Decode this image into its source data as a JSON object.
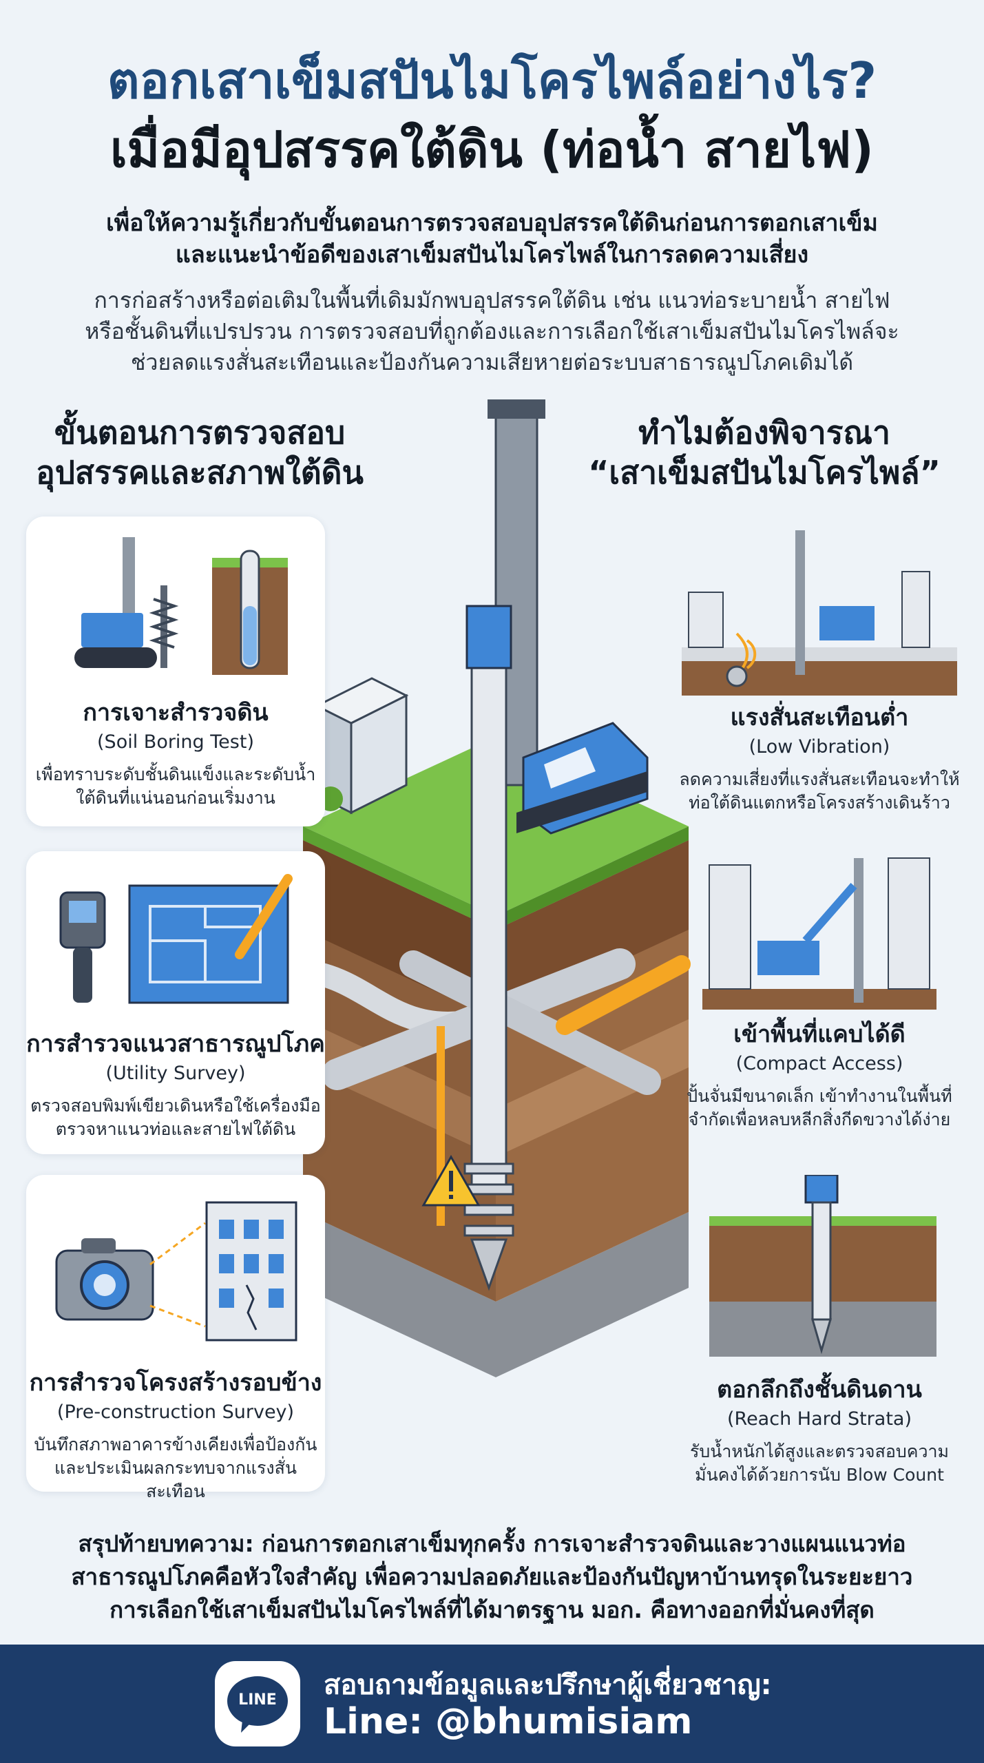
{
  "header": {
    "title_line1": "ตอกเสาเข็มสปันไมโครไพล์อย่างไร?",
    "title_line2": "เมื่อมีอุปสรรคใต้ดิน (ท่อน้ำ สายไฟ)",
    "subtitle_line1": "เพื่อให้ความรู้เกี่ยวกับขั้นตอนการตรวจสอบอุปสรรคใต้ดินก่อนการตอกเสาเข็ม",
    "subtitle_line2": "และแนะนำข้อดีของเสาเข็มสปันไมโครไพล์ในการลดความเสี่ยง",
    "intro_line1": "การก่อสร้างหรือต่อเติมในพื้นที่เดิมมักพบอุปสรรคใต้ดิน เช่น แนวท่อระบายน้ำ สายไฟ",
    "intro_line2": "หรือชั้นดินที่แปรปรวน การตรวจสอบที่ถูกต้องและการเลือกใช้เสาเข็มสปันไมโครไพล์จะ",
    "intro_line3": "ช่วยลดแรงสั่นสะเทือนและป้องกันความเสียหายต่อระบบสาธารณูปโภคเดิมได้"
  },
  "left_section": {
    "heading_line1": "ขั้นตอนการตรวจสอบ",
    "heading_line2": "อุปสรรคและสภาพใต้ดิน",
    "items": [
      {
        "title": "การเจาะสำรวจดิน",
        "english": "(Soil Boring Test)",
        "desc_line1": "เพื่อทราบระดับชั้นดินแข็งและระดับน้ำ",
        "desc_line2": "ใต้ดินที่แน่นอนก่อนเริ่มงาน"
      },
      {
        "title": "การสำรวจแนวสาธารณูปโภค",
        "english": "(Utility Survey)",
        "desc_line1": "ตรวจสอบพิมพ์เขียวเดินหรือใช้เครื่องมือ",
        "desc_line2": "ตรวจหาแนวท่อและสายไฟใต้ดิน"
      },
      {
        "title": "การสำรวจโครงสร้างรอบข้าง",
        "english": "(Pre-construction Survey)",
        "desc_line1": "บันทึกสภาพอาคารข้างเคียงเพื่อป้องกัน",
        "desc_line2": "และประเมินผลกระทบจากแรงสั่นสะเทือน"
      }
    ]
  },
  "right_section": {
    "heading_line1": "ทำไมต้องพิจารณา",
    "heading_line2": "“เสาเข็มสปันไมโครไพล์”",
    "items": [
      {
        "title": "แรงสั่นสะเทือนต่ำ",
        "english": "(Low Vibration)",
        "desc_line1": "ลดความเสี่ยงที่แรงสั่นสะเทือนจะทำให้",
        "desc_line2": "ท่อใต้ดินแตกหรือโครงสร้างเดินร้าว"
      },
      {
        "title": "เข้าพื้นที่แคบได้ดี",
        "english": "(Compact Access)",
        "desc_line1": "ปั้นจั่นมีขนาดเล็ก เข้าทำงานในพื้นที่",
        "desc_line2": "จำกัดเพื่อหลบหลีกสิ่งกีดขวางได้ง่าย"
      },
      {
        "title": "ตอกลึกถึงชั้นดินดาน",
        "english": "(Reach Hard Strata)",
        "desc_line1": "รับน้ำหนักได้สูงและตรวจสอบความ",
        "desc_line2": "มั่นคงได้ด้วยการนับ Blow Count"
      }
    ]
  },
  "summary": {
    "line1": "สรุปท้ายบทความ: ก่อนการตอกเสาเข็มทุกครั้ง การเจาะสำรวจดินและวางแผนแนวท่อ",
    "line2": "สาธารณูปโภคคือหัวใจสำคัญ เพื่อความปลอดภัยและป้องกันปัญหาบ้านทรุดในระยะยาว",
    "line3": "การเลือกใช้เสาเข็มสปันไมโครไพล์ที่ได้มาตรฐาน มอก. คือทางออกที่มั่นคงที่สุด"
  },
  "footer": {
    "badge_text": "LINE",
    "contact_label": "สอบถามข้อมูลและปรึกษาผู้เชี่ยวชาญ:",
    "line_id": "Line: @bhumisiam"
  },
  "colors": {
    "title_blue": "#1f4a7a",
    "footer_bg": "#1c3c6a",
    "pipe_orange": "#f5a623",
    "line_green": "#ffffff"
  },
  "icons": [
    "drill-rig-icon",
    "soil-sample-icon",
    "utility-detector-icon",
    "blueprint-icon",
    "camera-icon",
    "cracked-building-icon",
    "line-logo-icon",
    "warning-icon"
  ]
}
